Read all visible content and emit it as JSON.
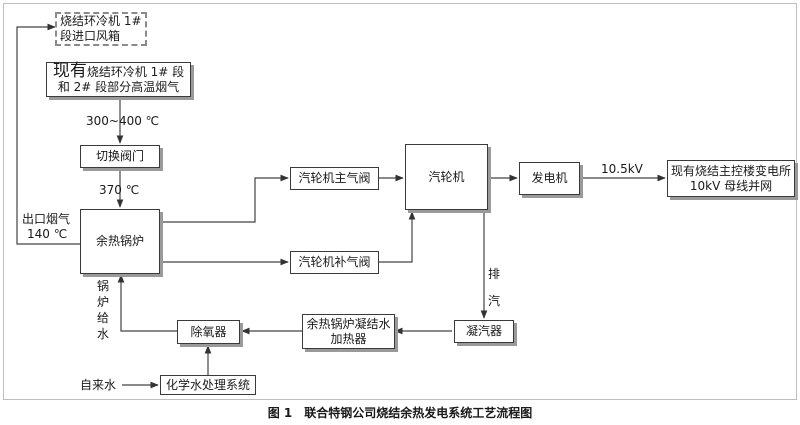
{
  "nodes": {
    "inlet_windbox": "烧结环冷机 1#段进口风箱",
    "hot_gas_prefix": "现有",
    "hot_gas_rest": "烧结环冷机 1# 段和 2# 段部分高温烟气",
    "switch_valve": "切换阀门",
    "whb": "余热锅炉",
    "main_steam_valve": "汽轮机主气阀",
    "makeup_steam_valve": "汽轮机补气阀",
    "turbine": "汽轮机",
    "generator": "发电机",
    "grid": "现有烧结主控楼变电所 10kV 母线并网",
    "condenser": "凝汽器",
    "condensate_heater": "余热锅炉凝结水加热器",
    "deaerator": "除氧器",
    "water_treatment": "化学水处理系统"
  },
  "labels": {
    "temp_in": "300~400 ℃",
    "temp_after_valve": "370 ℃",
    "outlet_gas_line1": "出口烟气",
    "outlet_gas_line2": "140 ℃",
    "voltage": "10.5kV",
    "exhaust_1": "排",
    "exhaust_2": "汽",
    "feedwater": "锅炉给水",
    "tap_water": "自来水"
  },
  "caption": "图 1　联合特钢公司烧结余热发电系统工艺流程图"
}
